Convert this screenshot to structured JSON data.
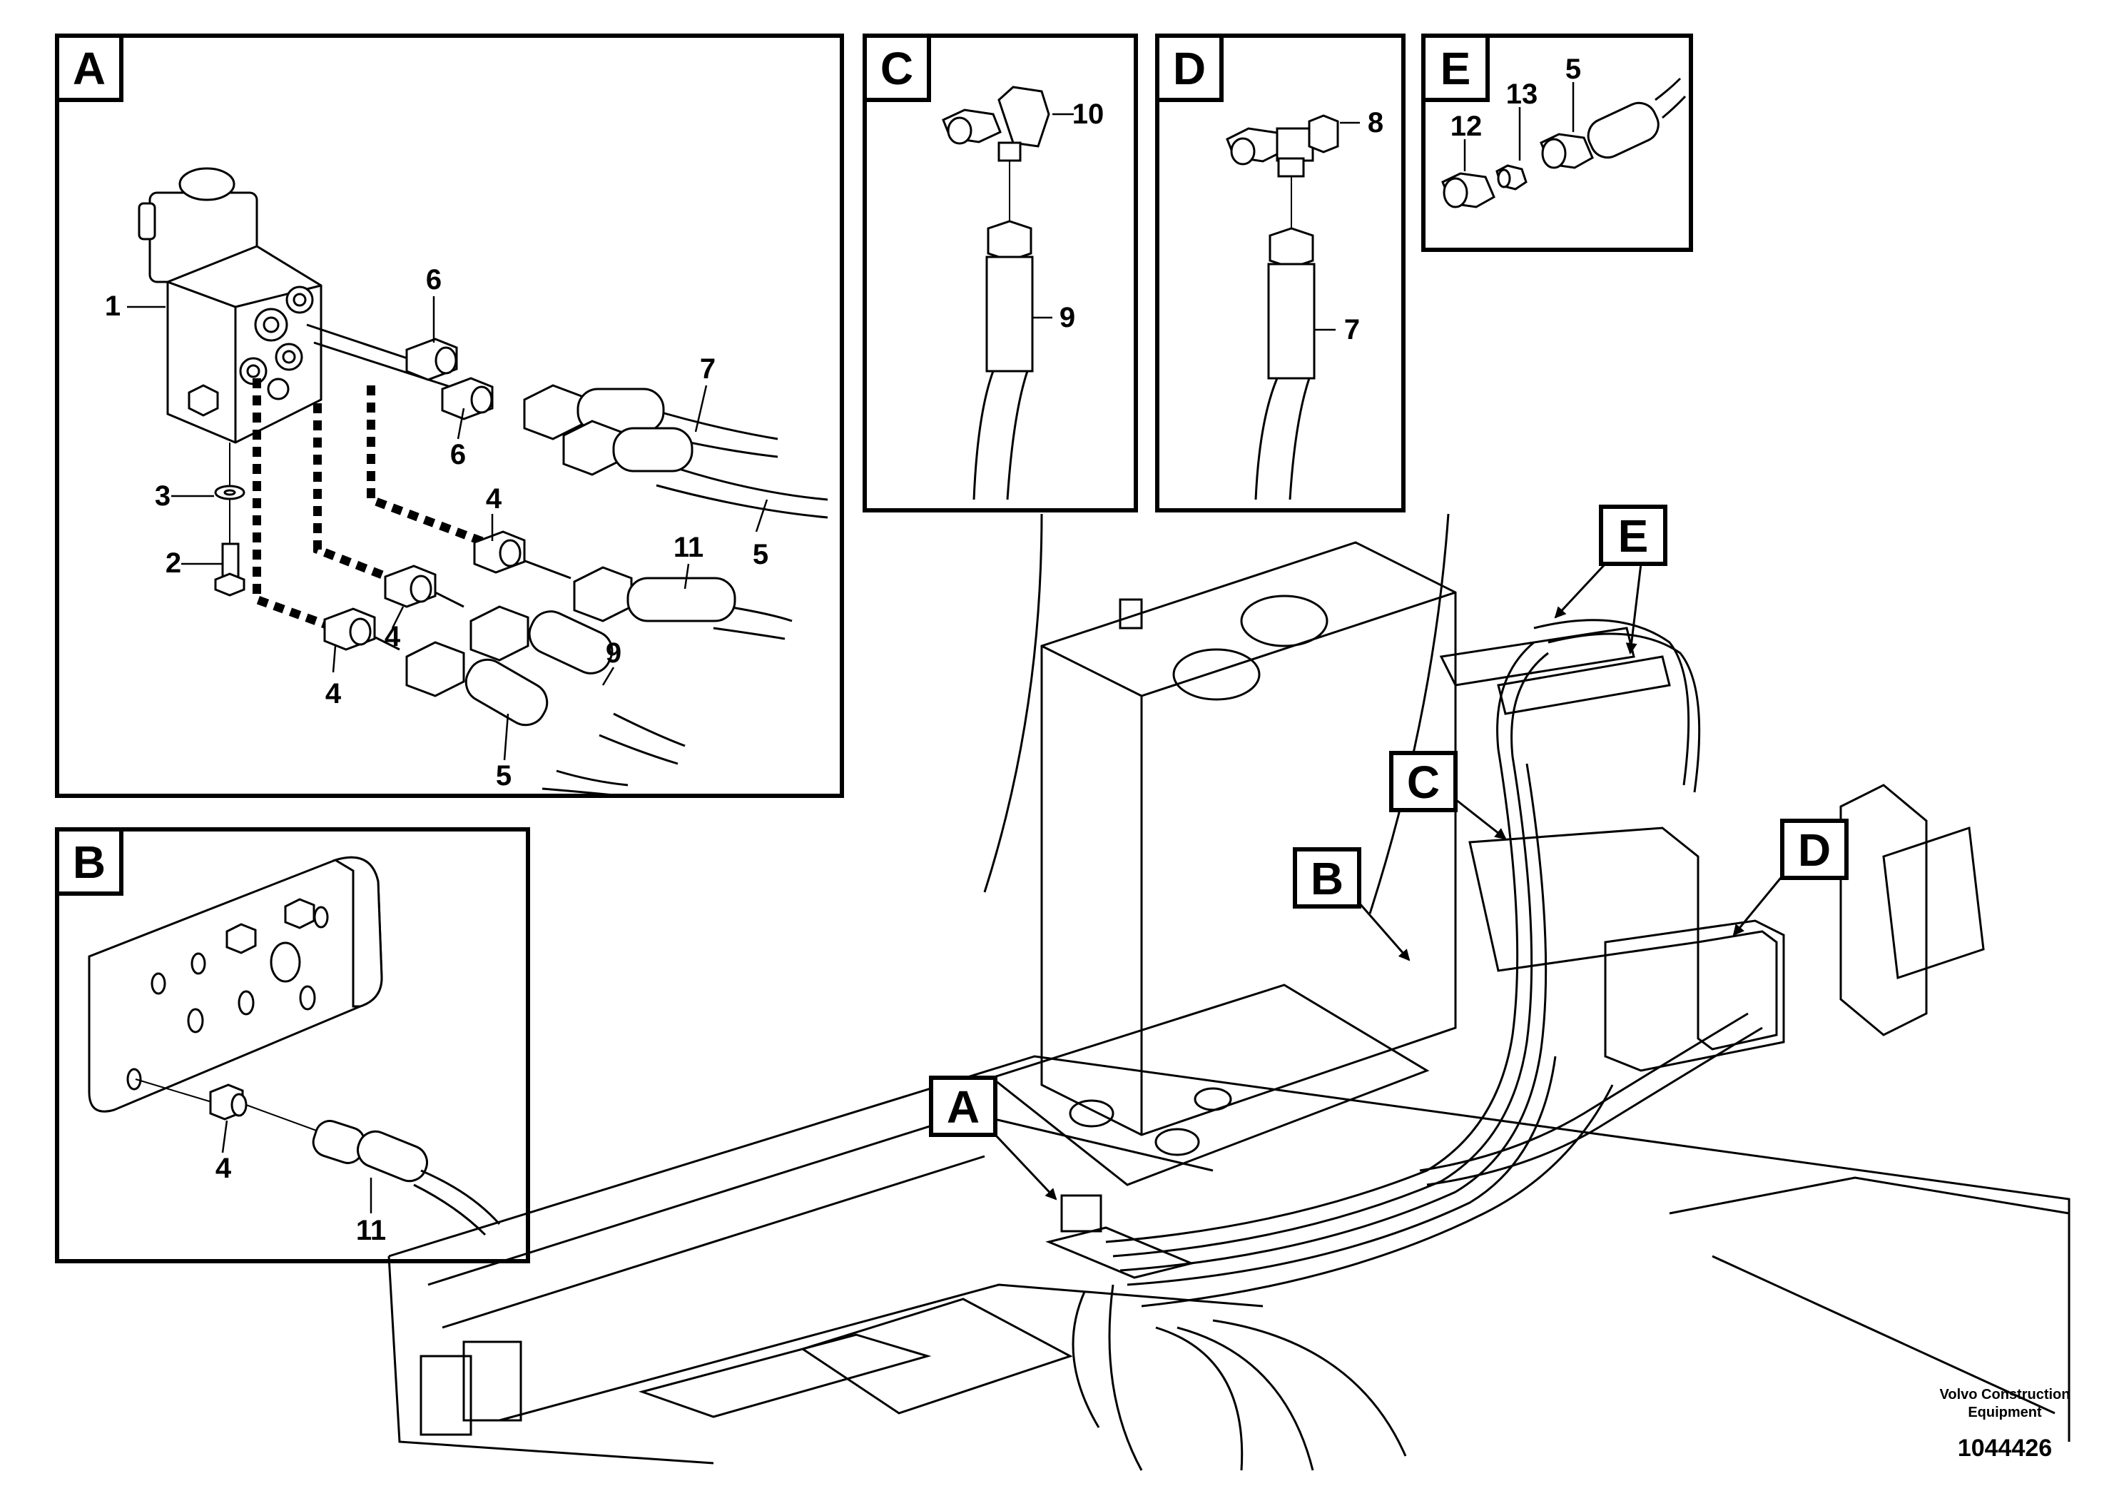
{
  "detail_views": {
    "A": {
      "letter": "A",
      "callouts": [
        "1",
        "2",
        "3",
        "4",
        "4",
        "4",
        "5",
        "5",
        "6",
        "6",
        "7",
        "9",
        "11"
      ]
    },
    "B": {
      "letter": "B",
      "callouts": [
        "4",
        "11"
      ]
    },
    "C": {
      "letter": "C",
      "callouts": [
        "10",
        "9"
      ]
    },
    "D": {
      "letter": "D",
      "callouts": [
        "8",
        "7"
      ]
    },
    "E": {
      "letter": "E",
      "callouts": [
        "12",
        "13",
        "5"
      ]
    }
  },
  "overview_markers": [
    "E",
    "C",
    "B",
    "D",
    "A"
  ],
  "footer": {
    "brand_line1": "Volvo Construction",
    "brand_line2": "Equipment",
    "doc_number": "1044426"
  }
}
